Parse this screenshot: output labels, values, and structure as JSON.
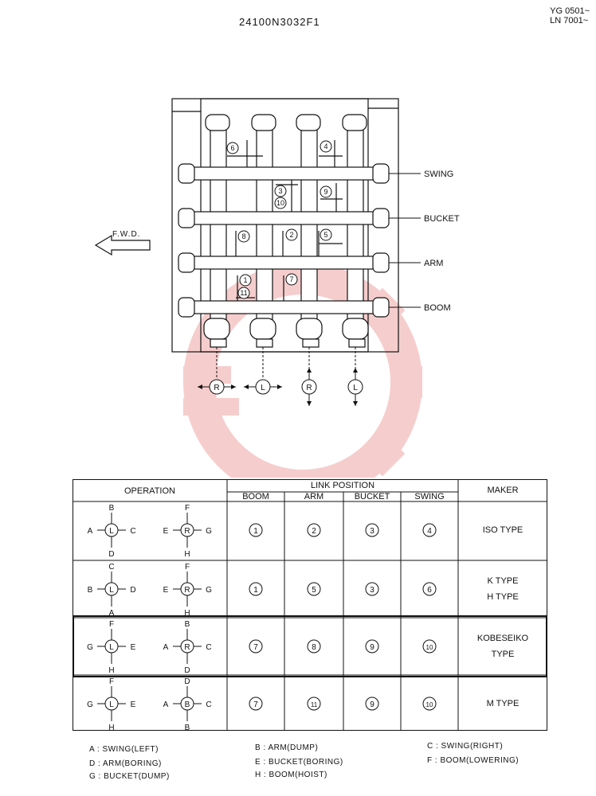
{
  "part_number": "24100N3032F1",
  "serial": [
    "YG 0501~",
    "LN 7001~"
  ],
  "fwd_label": "F.W.D.",
  "levers": [
    "SWING",
    "BUCKET",
    "ARM",
    "BOOM"
  ],
  "link_numbers_top": [
    "6",
    "4"
  ],
  "link_numbers_2": [
    "3",
    "10",
    "9"
  ],
  "link_numbers_3": [
    "8",
    "2",
    "5"
  ],
  "link_numbers_4": [
    "1",
    "11",
    "7"
  ],
  "hand_labels": [
    "R",
    "L",
    "R",
    "L"
  ],
  "table": {
    "operation_header": "OPERATION",
    "link_position_header": "LINK POSITION",
    "maker_header": "MAKER",
    "columns": [
      "BOOM",
      "ARM",
      "BUCKET",
      "SWING"
    ],
    "rows": [
      {
        "left_joy": {
          "center": "L",
          "up": "B",
          "down": "D",
          "left": "A",
          "right": "C"
        },
        "right_joy": {
          "center": "R",
          "up": "F",
          "down": "H",
          "left": "E",
          "right": "G"
        },
        "links": [
          "1",
          "2",
          "3",
          "4"
        ],
        "maker": [
          "ISO TYPE"
        ]
      },
      {
        "left_joy": {
          "center": "L",
          "up": "C",
          "down": "A",
          "left": "B",
          "right": "D"
        },
        "right_joy": {
          "center": "R",
          "up": "F",
          "down": "H",
          "left": "E",
          "right": "G"
        },
        "links": [
          "1",
          "5",
          "3",
          "6"
        ],
        "maker": [
          "K TYPE",
          "H TYPE"
        ]
      },
      {
        "left_joy": {
          "center": "L",
          "up": "F",
          "down": "H",
          "left": "G",
          "right": "E"
        },
        "right_joy": {
          "center": "R",
          "up": "B",
          "down": "D",
          "left": "A",
          "right": "C"
        },
        "links": [
          "7",
          "8",
          "9",
          "10"
        ],
        "maker": [
          "KOBESEIKO",
          "TYPE"
        ]
      },
      {
        "left_joy": {
          "center": "L",
          "up": "F",
          "down": "H",
          "left": "G",
          "right": "E"
        },
        "right_joy": {
          "center": "B",
          "up": "D",
          "down": "B",
          "left": "A",
          "right": "C"
        },
        "links": [
          "7",
          "11",
          "9",
          "10"
        ],
        "maker": [
          "M TYPE"
        ]
      }
    ]
  },
  "legend": [
    "A : SWING(LEFT)",
    "B : ARM(DUMP)",
    "C : SWING(RIGHT)",
    "D : ARM(BORING)",
    "E : BUCKET(BORING)",
    "F : BOOM(LOWERING)",
    "G : BUCKET(DUMP)",
    "H : BOOM(HOIST)"
  ],
  "colors": {
    "ink": "#111111",
    "watermark": "#f6c8c8"
  }
}
